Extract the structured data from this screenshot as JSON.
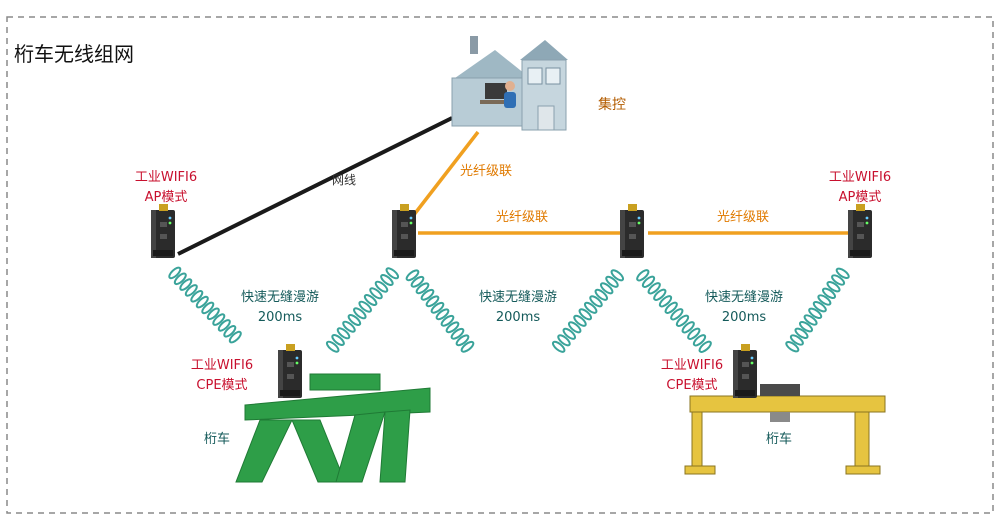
{
  "title": "桁车无线组网",
  "center_label": "集控",
  "cable_label": "网线",
  "fiber_label": "光纤级联",
  "ap_label_line1": "工业WIFI6",
  "ap_label_line2": "AP模式",
  "cpe_label_line1": "工业WIFI6",
  "cpe_label_line2": "CPE模式",
  "roaming_line1": "快速无缝漫游",
  "roaming_line2": "200ms",
  "crane_label": "桁车",
  "colors": {
    "border": "#888888",
    "cable": "#1a1a1a",
    "fiber": "#f0a020",
    "wireless": "#3aa39a",
    "crane_green": "#2e9e48",
    "crane_yellow": "#e6c440",
    "device": "#2a2a2a"
  }
}
